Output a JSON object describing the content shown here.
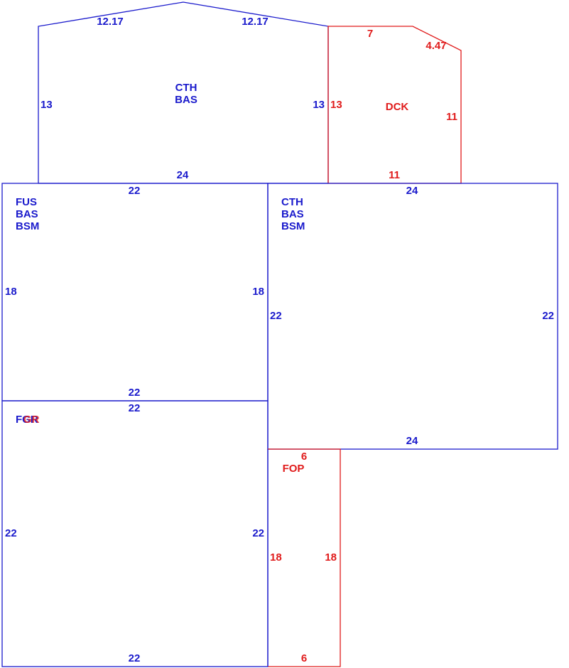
{
  "colors": {
    "blue": "#1a1acc",
    "red": "#e01b1b"
  },
  "areas": {
    "cth_top": {
      "codes": [
        "CTH",
        "BAS"
      ],
      "sides": {
        "roof_left": "12.17",
        "roof_right": "12.17",
        "left": "13",
        "right": "13",
        "bottom": "24"
      }
    },
    "deck": {
      "code": "DCK",
      "sides": {
        "top": "7",
        "diagonal": "4.47",
        "right": "11",
        "left": "13",
        "bottom": "11"
      }
    },
    "fus_upper": {
      "codes": [
        "FUS",
        "BAS",
        "BSM"
      ],
      "sides": {
        "top": "22",
        "left": "18",
        "right": "18",
        "bottom": "22"
      }
    },
    "cth_right": {
      "codes": [
        "CTH",
        "BAS",
        "BSM"
      ],
      "sides": {
        "top": "24",
        "left": "22",
        "right": "22",
        "bottom": "24"
      }
    },
    "fgr": {
      "code_blue": "FGR",
      "code_red": "GR",
      "sides": {
        "top": "22",
        "left": "22",
        "right": "22",
        "bottom": "22"
      }
    },
    "fop": {
      "code": "FOP",
      "sides": {
        "top": "6",
        "left": "18",
        "right": "18",
        "bottom": "6"
      }
    }
  }
}
